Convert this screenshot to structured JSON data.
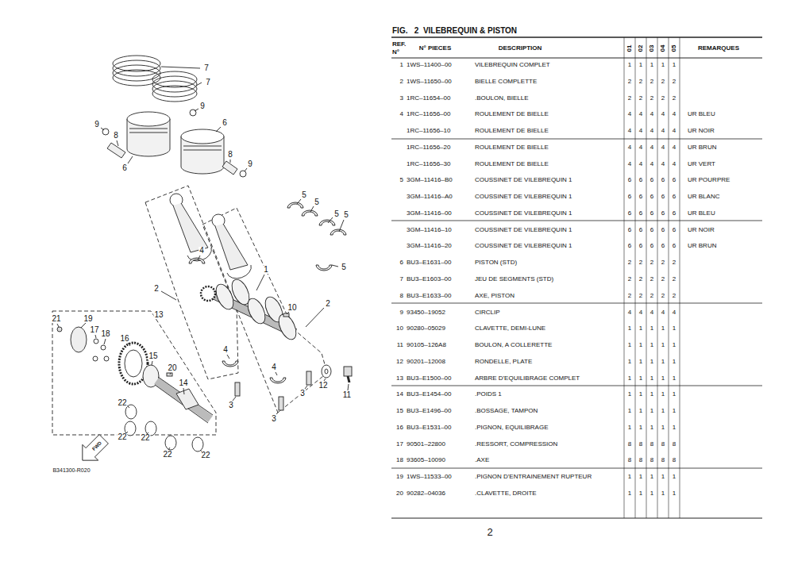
{
  "diagram": {
    "title": "FIG.   2  VILEBREQUIN & PISTON",
    "labels": [
      "7",
      "7",
      "9",
      "8",
      "6",
      "9",
      "6",
      "8",
      "9",
      "5",
      "5",
      "5",
      "5",
      "5",
      "1",
      "2",
      "2",
      "10",
      "4",
      "4",
      "4",
      "3",
      "3",
      "3",
      "12",
      "11",
      "13",
      "21",
      "19",
      "17",
      "18",
      "16",
      "15",
      "20",
      "14",
      "22",
      "22",
      "22",
      "22",
      "22",
      "FWD",
      "B341300-R020",
      "REF. N°",
      "N° PIECES",
      "DESCRIPTION",
      "01",
      "02",
      "03",
      "04",
      "05",
      "REMARQUES",
      "1",
      "1WS–11400–00",
      "VILEBREQUIN COMPLET",
      "1",
      "1",
      "1",
      "1",
      "1",
      "2",
      "1WS–11650–00",
      "BIELLE COMPLETTE",
      "2",
      "2",
      "2",
      "2",
      "2",
      "3",
      "1RC–11654–00",
      ".BOULON, BIELLE",
      "2",
      "2",
      "2",
      "2",
      "2",
      "4",
      "1RC–11656–00",
      "ROULEMENT DE BIELLE",
      "4",
      "4",
      "4",
      "4",
      "4",
      "UR BLEU",
      "1RC–11656–10",
      "ROULEMENT DE BIELLE",
      "4",
      "4",
      "4",
      "4",
      "4",
      "UR NOIR",
      "1RC–11656–20",
      "ROULEMENT DE BIELLE",
      "4",
      "4",
      "4",
      "4",
      "4",
      "UR BRUN",
      "1RC–11656–30",
      "ROULEMENT DE BIELLE",
      "4",
      "4",
      "4",
      "4",
      "4",
      "UR VERT",
      "5",
      "3GM–11416–B0",
      "COUSSINET DE VILEBREQUIN 1",
      "6",
      "6",
      "6",
      "6",
      "6",
      "UR POURPRE",
      "3GM–11416–A0",
      "COUSSINET DE VILEBREQUIN 1",
      "6",
      "6",
      "6",
      "6",
      "6",
      "UR BLANC",
      "3GM–11416–00",
      "COUSSINET DE VILEBREQUIN 1",
      "6",
      "6",
      "6",
      "6",
      "6",
      "UR BLEU",
      "3GM–11416–10",
      "COUSSINET DE VILEBREQUIN 1",
      "6",
      "6",
      "6",
      "6",
      "6",
      "UR NOIR",
      "3GM–11416–20",
      "COUSSINET DE VILEBREQUIN 1",
      "6",
      "6",
      "6",
      "6",
      "6",
      "UR BRUN",
      "6",
      "BU3–E1631–00",
      "PISTON (STD)",
      "2",
      "2",
      "2",
      "2",
      "2",
      "7",
      "BU3–E1603–00",
      "JEU DE SEGMENTS (STD)",
      "2",
      "2",
      "2",
      "2",
      "2",
      "8",
      "BU3–E1633–00",
      "AXE, PISTON",
      "2",
      "2",
      "2",
      "2",
      "2",
      "9",
      "93450–19052",
      "CIRCLIP",
      "4",
      "4",
      "4",
      "4",
      "4",
      "10",
      "90280–05029",
      "CLAVETTE, DEMI-LUNE",
      "1",
      "1",
      "1",
      "1",
      "1",
      "11",
      "90105–126A8",
      "BOULON, A COLLERETTE",
      "1",
      "1",
      "1",
      "1",
      "1",
      "12",
      "90201–12008",
      "RONDELLE, PLATE",
      "1",
      "1",
      "1",
      "1",
      "1",
      "13",
      "BU3–E1500–00",
      "ARBRE D'EQUILIBRAGE COMPLET",
      "1",
      "1",
      "1",
      "1",
      "1",
      "14",
      "BU3–E1454–00",
      ".POIDS 1",
      "1",
      "1",
      "1",
      "1",
      "1",
      "15",
      "BU3–E1496–00",
      ".BOSSAGE, TAMPON",
      "1",
      "1",
      "1",
      "1",
      "1",
      "16",
      "BU3–E1531–00",
      ".PIGNON, EQUILIBRAGE",
      "1",
      "1",
      "1",
      "1",
      "1",
      "17",
      "90501–22800",
      ".RESSORT, COMPRESSION",
      "8",
      "8",
      "8",
      "8",
      "8",
      "18",
      "93605–10090",
      ".AXE",
      "8",
      "8",
      "8",
      "8",
      "8",
      "19",
      "1WS–11533–00",
      ".PIGNON D'ENTRAINEMENT RUPTEUR",
      "1",
      "1",
      "1",
      "1",
      "1",
      "20",
      "90282–04036",
      ".CLAVETTE, DROITE",
      "1",
      "1",
      "1",
      "1",
      "1",
      "2"
    ]
  }
}
